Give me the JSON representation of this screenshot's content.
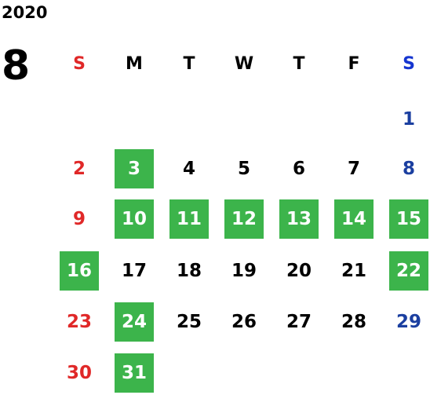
{
  "year": "2020",
  "month": "8",
  "weekday_headers": [
    "S",
    "M",
    "T",
    "W",
    "T",
    "F",
    "S"
  ],
  "colors": {
    "sunday": "#e02828",
    "saturday": "#1b3fa0",
    "weekday": "#000000",
    "highlight_bg": "#3cb44b",
    "highlight_text": "#ffffff"
  },
  "weeks": [
    [
      null,
      null,
      null,
      null,
      null,
      null,
      {
        "day": "1",
        "hl": false
      }
    ],
    [
      {
        "day": "2",
        "hl": false
      },
      {
        "day": "3",
        "hl": true
      },
      {
        "day": "4",
        "hl": false
      },
      {
        "day": "5",
        "hl": false
      },
      {
        "day": "6",
        "hl": false
      },
      {
        "day": "7",
        "hl": false
      },
      {
        "day": "8",
        "hl": false
      }
    ],
    [
      {
        "day": "9",
        "hl": false
      },
      {
        "day": "10",
        "hl": true
      },
      {
        "day": "11",
        "hl": true
      },
      {
        "day": "12",
        "hl": true
      },
      {
        "day": "13",
        "hl": true
      },
      {
        "day": "14",
        "hl": true
      },
      {
        "day": "15",
        "hl": true
      }
    ],
    [
      {
        "day": "16",
        "hl": true
      },
      {
        "day": "17",
        "hl": false
      },
      {
        "day": "18",
        "hl": false
      },
      {
        "day": "19",
        "hl": false
      },
      {
        "day": "20",
        "hl": false
      },
      {
        "day": "21",
        "hl": false
      },
      {
        "day": "22",
        "hl": true
      }
    ],
    [
      {
        "day": "23",
        "hl": false
      },
      {
        "day": "24",
        "hl": true
      },
      {
        "day": "25",
        "hl": false
      },
      {
        "day": "26",
        "hl": false
      },
      {
        "day": "27",
        "hl": false
      },
      {
        "day": "28",
        "hl": false
      },
      {
        "day": "29",
        "hl": false
      }
    ],
    [
      {
        "day": "30",
        "hl": false
      },
      {
        "day": "31",
        "hl": true
      },
      null,
      null,
      null,
      null,
      null
    ]
  ]
}
